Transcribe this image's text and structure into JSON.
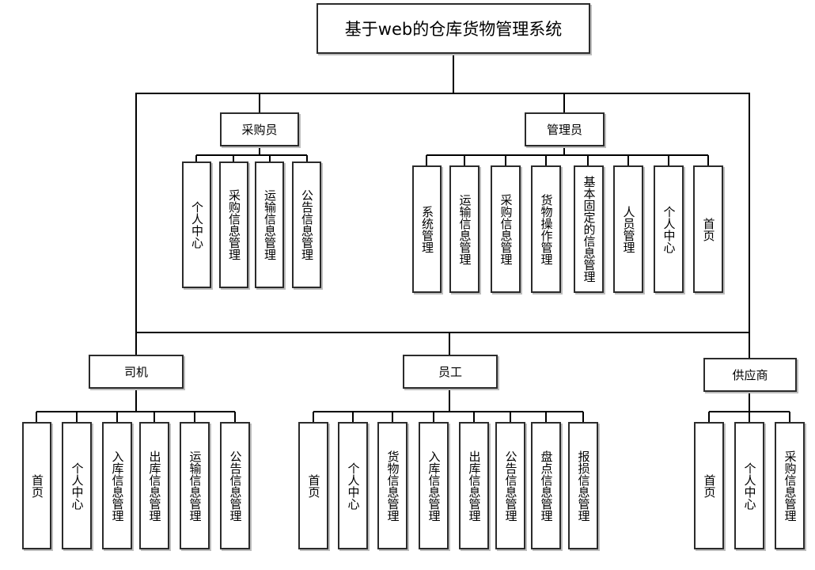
{
  "title": "基于web的仓库货物管理系统",
  "roles": {
    "buyer": {
      "label": "采购员",
      "items": [
        "个人中心",
        "采购信息管理",
        "运输信息管理",
        "公告信息管理"
      ]
    },
    "admin": {
      "label": "管理员",
      "items": [
        "系统管理",
        "运输信息管理",
        "采购信息管理",
        "货物操作管理",
        "基本固定的信息管理",
        "人员管理",
        "个人中心",
        "首页"
      ]
    },
    "driver": {
      "label": "司机",
      "items": [
        "首页",
        "个人中心",
        "入库信息管理",
        "出库信息管理",
        "运输信息管理",
        "公告信息管理"
      ]
    },
    "staff": {
      "label": "员工",
      "items": [
        "首页",
        "个人中心",
        "货物信息管理",
        "入库信息管理",
        "出库信息管理",
        "公告信息管理",
        "盘点信息管理",
        "报损信息管理"
      ]
    },
    "supplier": {
      "label": "供应商",
      "items": [
        "首页",
        "个人中心",
        "采购信息管理"
      ]
    }
  }
}
